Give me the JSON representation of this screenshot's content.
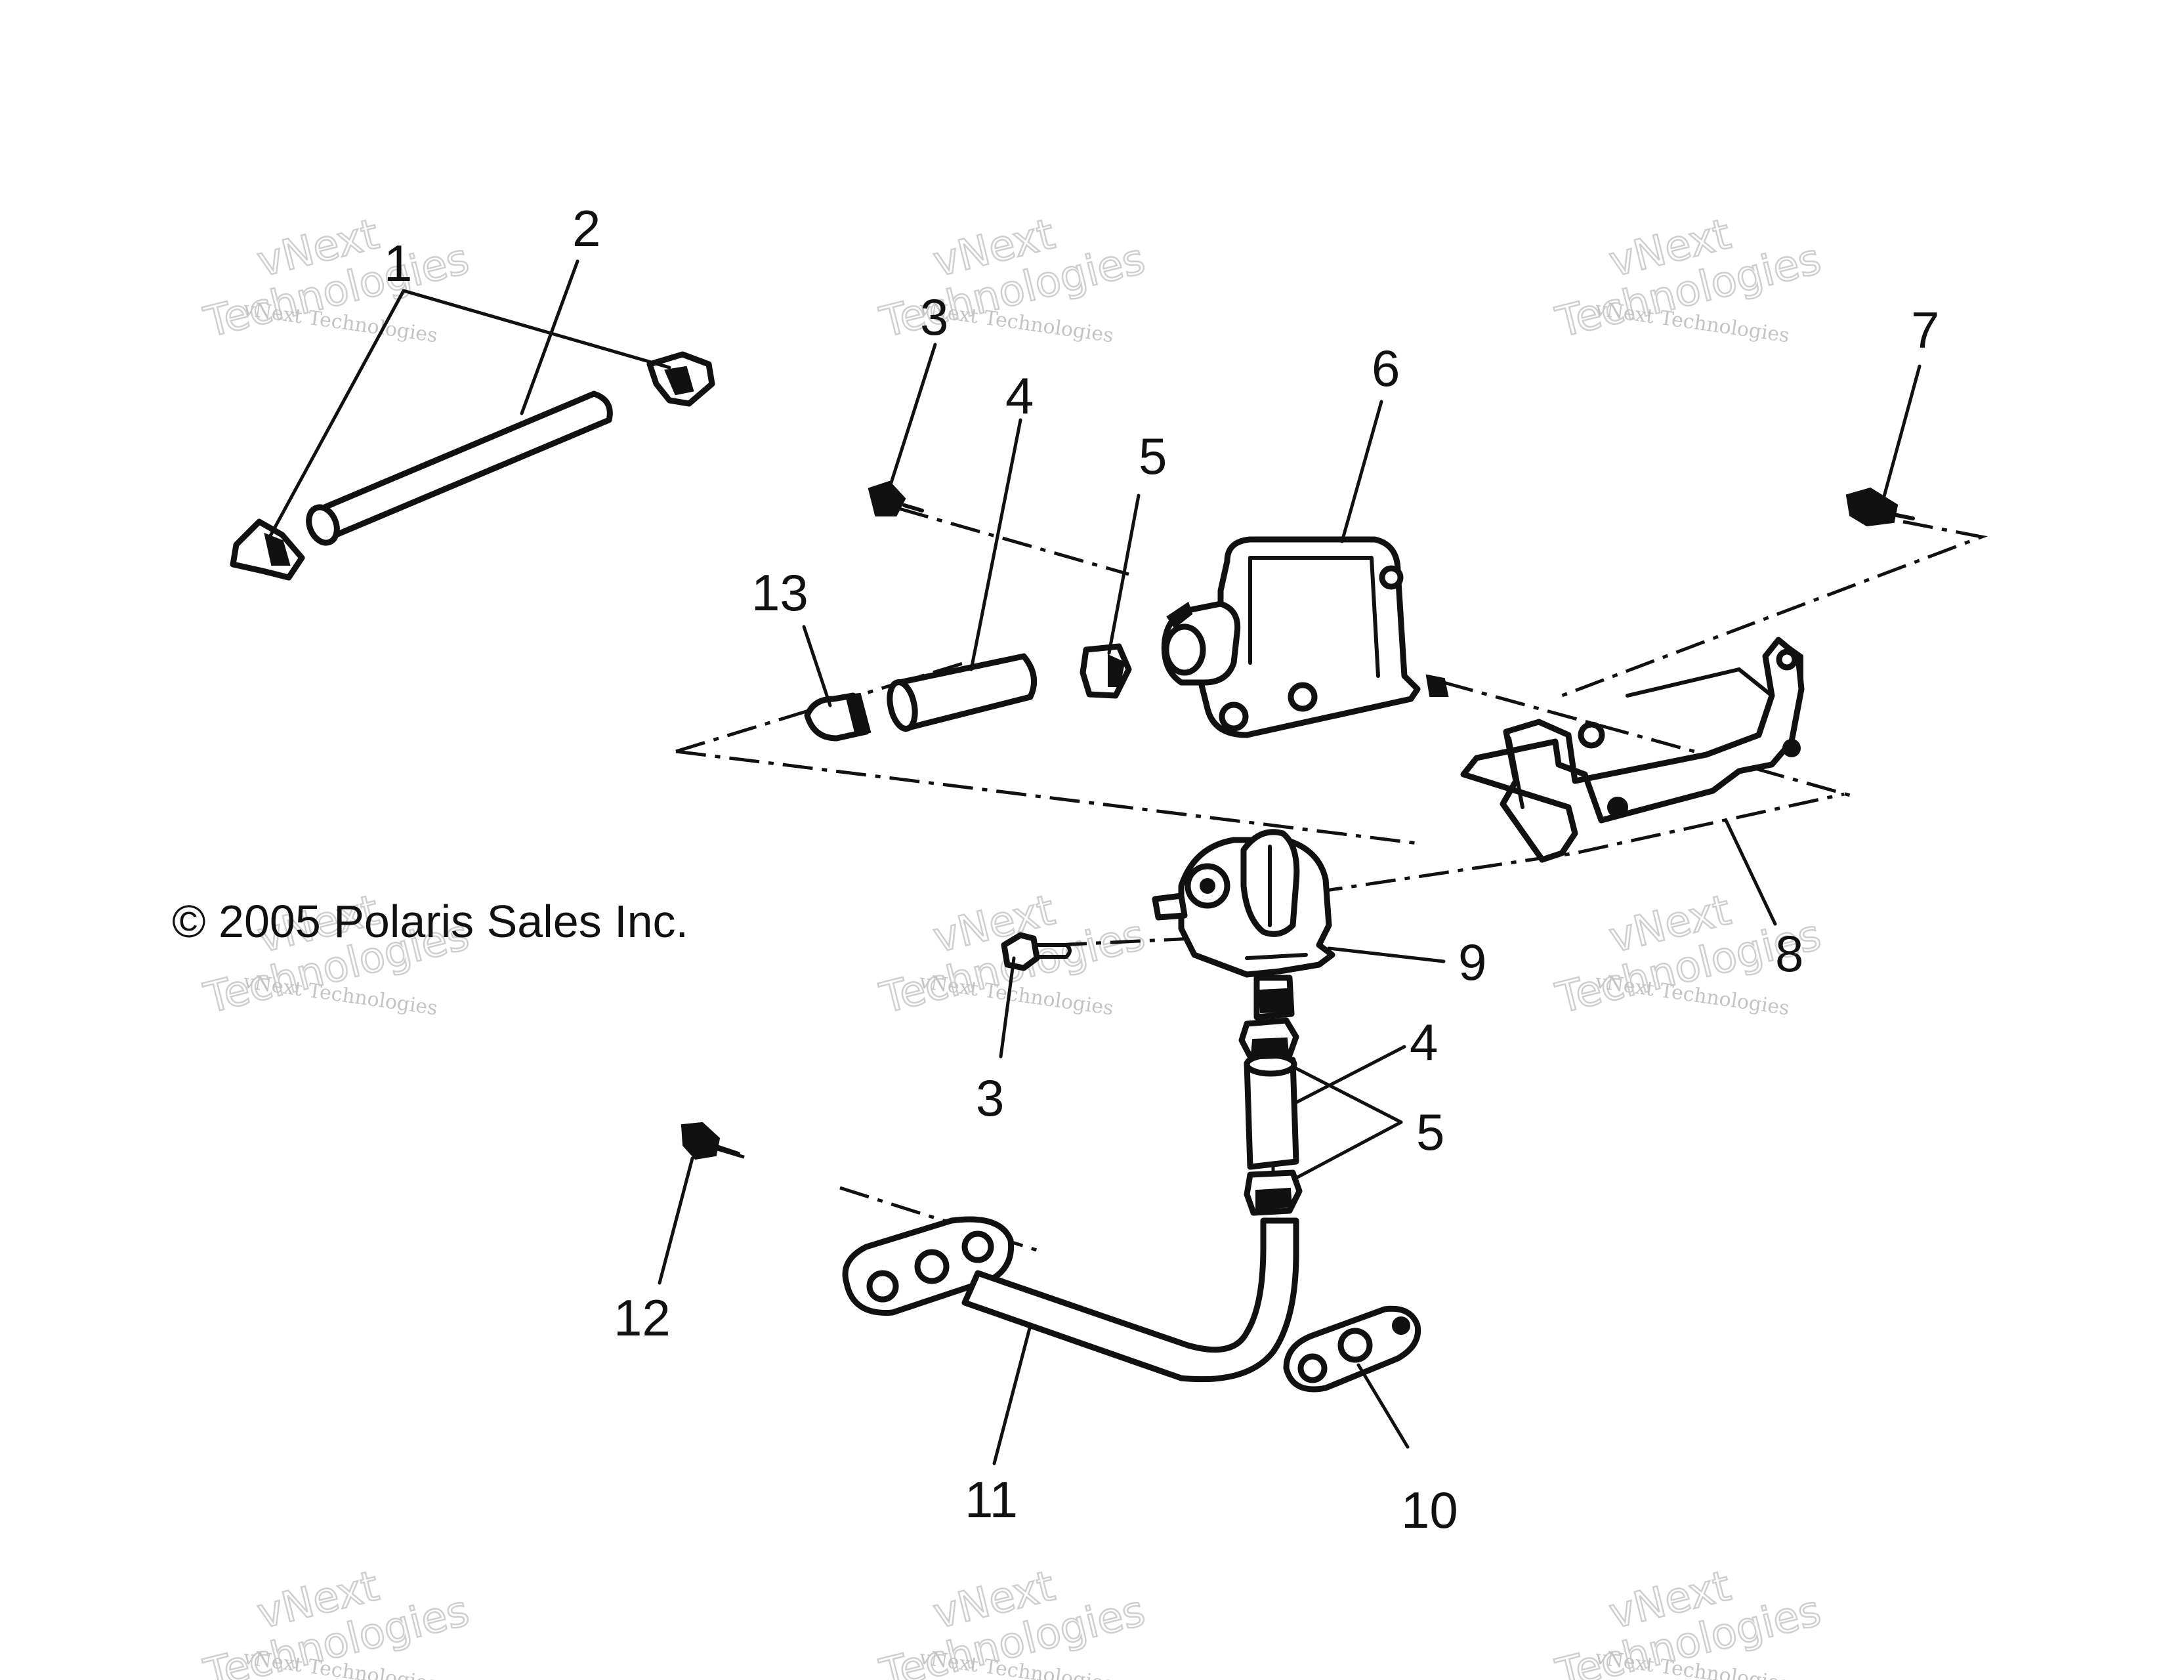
{
  "copyright": "© 2005 Polaris Sales Inc.",
  "watermark": {
    "line1": "vNext Technologies",
    "line2": "vNext",
    "line3": "Technologies"
  },
  "callouts": [
    {
      "id": "c1",
      "label": "1"
    },
    {
      "id": "c2",
      "label": "2"
    },
    {
      "id": "c3a",
      "label": "3"
    },
    {
      "id": "c4a",
      "label": "4"
    },
    {
      "id": "c5a",
      "label": "5"
    },
    {
      "id": "c6",
      "label": "6"
    },
    {
      "id": "c7",
      "label": "7"
    },
    {
      "id": "c13",
      "label": "13"
    },
    {
      "id": "c8",
      "label": "8"
    },
    {
      "id": "c9",
      "label": "9"
    },
    {
      "id": "c3b",
      "label": "3"
    },
    {
      "id": "c4b",
      "label": "4"
    },
    {
      "id": "c5b",
      "label": "5"
    },
    {
      "id": "c12",
      "label": "12"
    },
    {
      "id": "c11",
      "label": "11"
    },
    {
      "id": "c10",
      "label": "10"
    }
  ]
}
